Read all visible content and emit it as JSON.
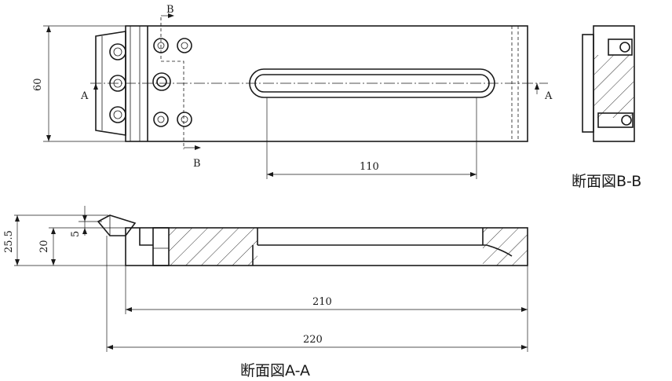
{
  "labels": {
    "section_marker": "A",
    "section_marker_b": "B",
    "caption_bb": "断面図B-B",
    "caption_aa": "断面図A-A"
  },
  "dimensions": {
    "width": "60",
    "slot_length": "110",
    "height_total": "25.5",
    "height_body": "20",
    "step": "5",
    "length_body": "210",
    "length_total": "220"
  }
}
